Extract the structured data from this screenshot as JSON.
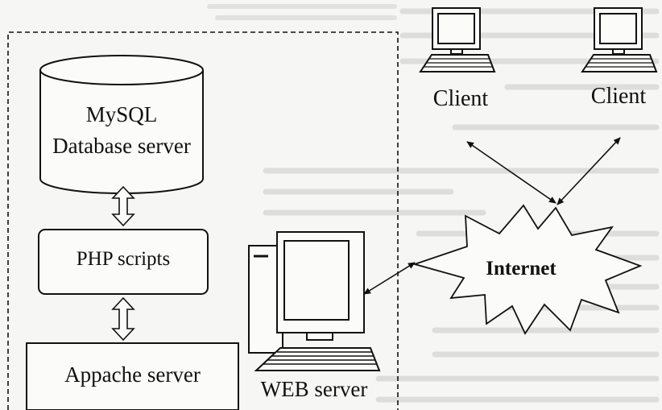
{
  "diagram": {
    "database": {
      "line1": "MySQL",
      "line2": "Database server"
    },
    "php": {
      "label": "PHP scripts"
    },
    "apache": {
      "label": "Appache server"
    },
    "web_server": {
      "label": "WEB server"
    },
    "internet": {
      "label": "Internet"
    },
    "clients": [
      {
        "label": "Client"
      },
      {
        "label": "Client"
      }
    ]
  },
  "colors": {
    "ink": "#111111",
    "background": "#f6f6f4",
    "faded_text": "#bdbdbd"
  }
}
